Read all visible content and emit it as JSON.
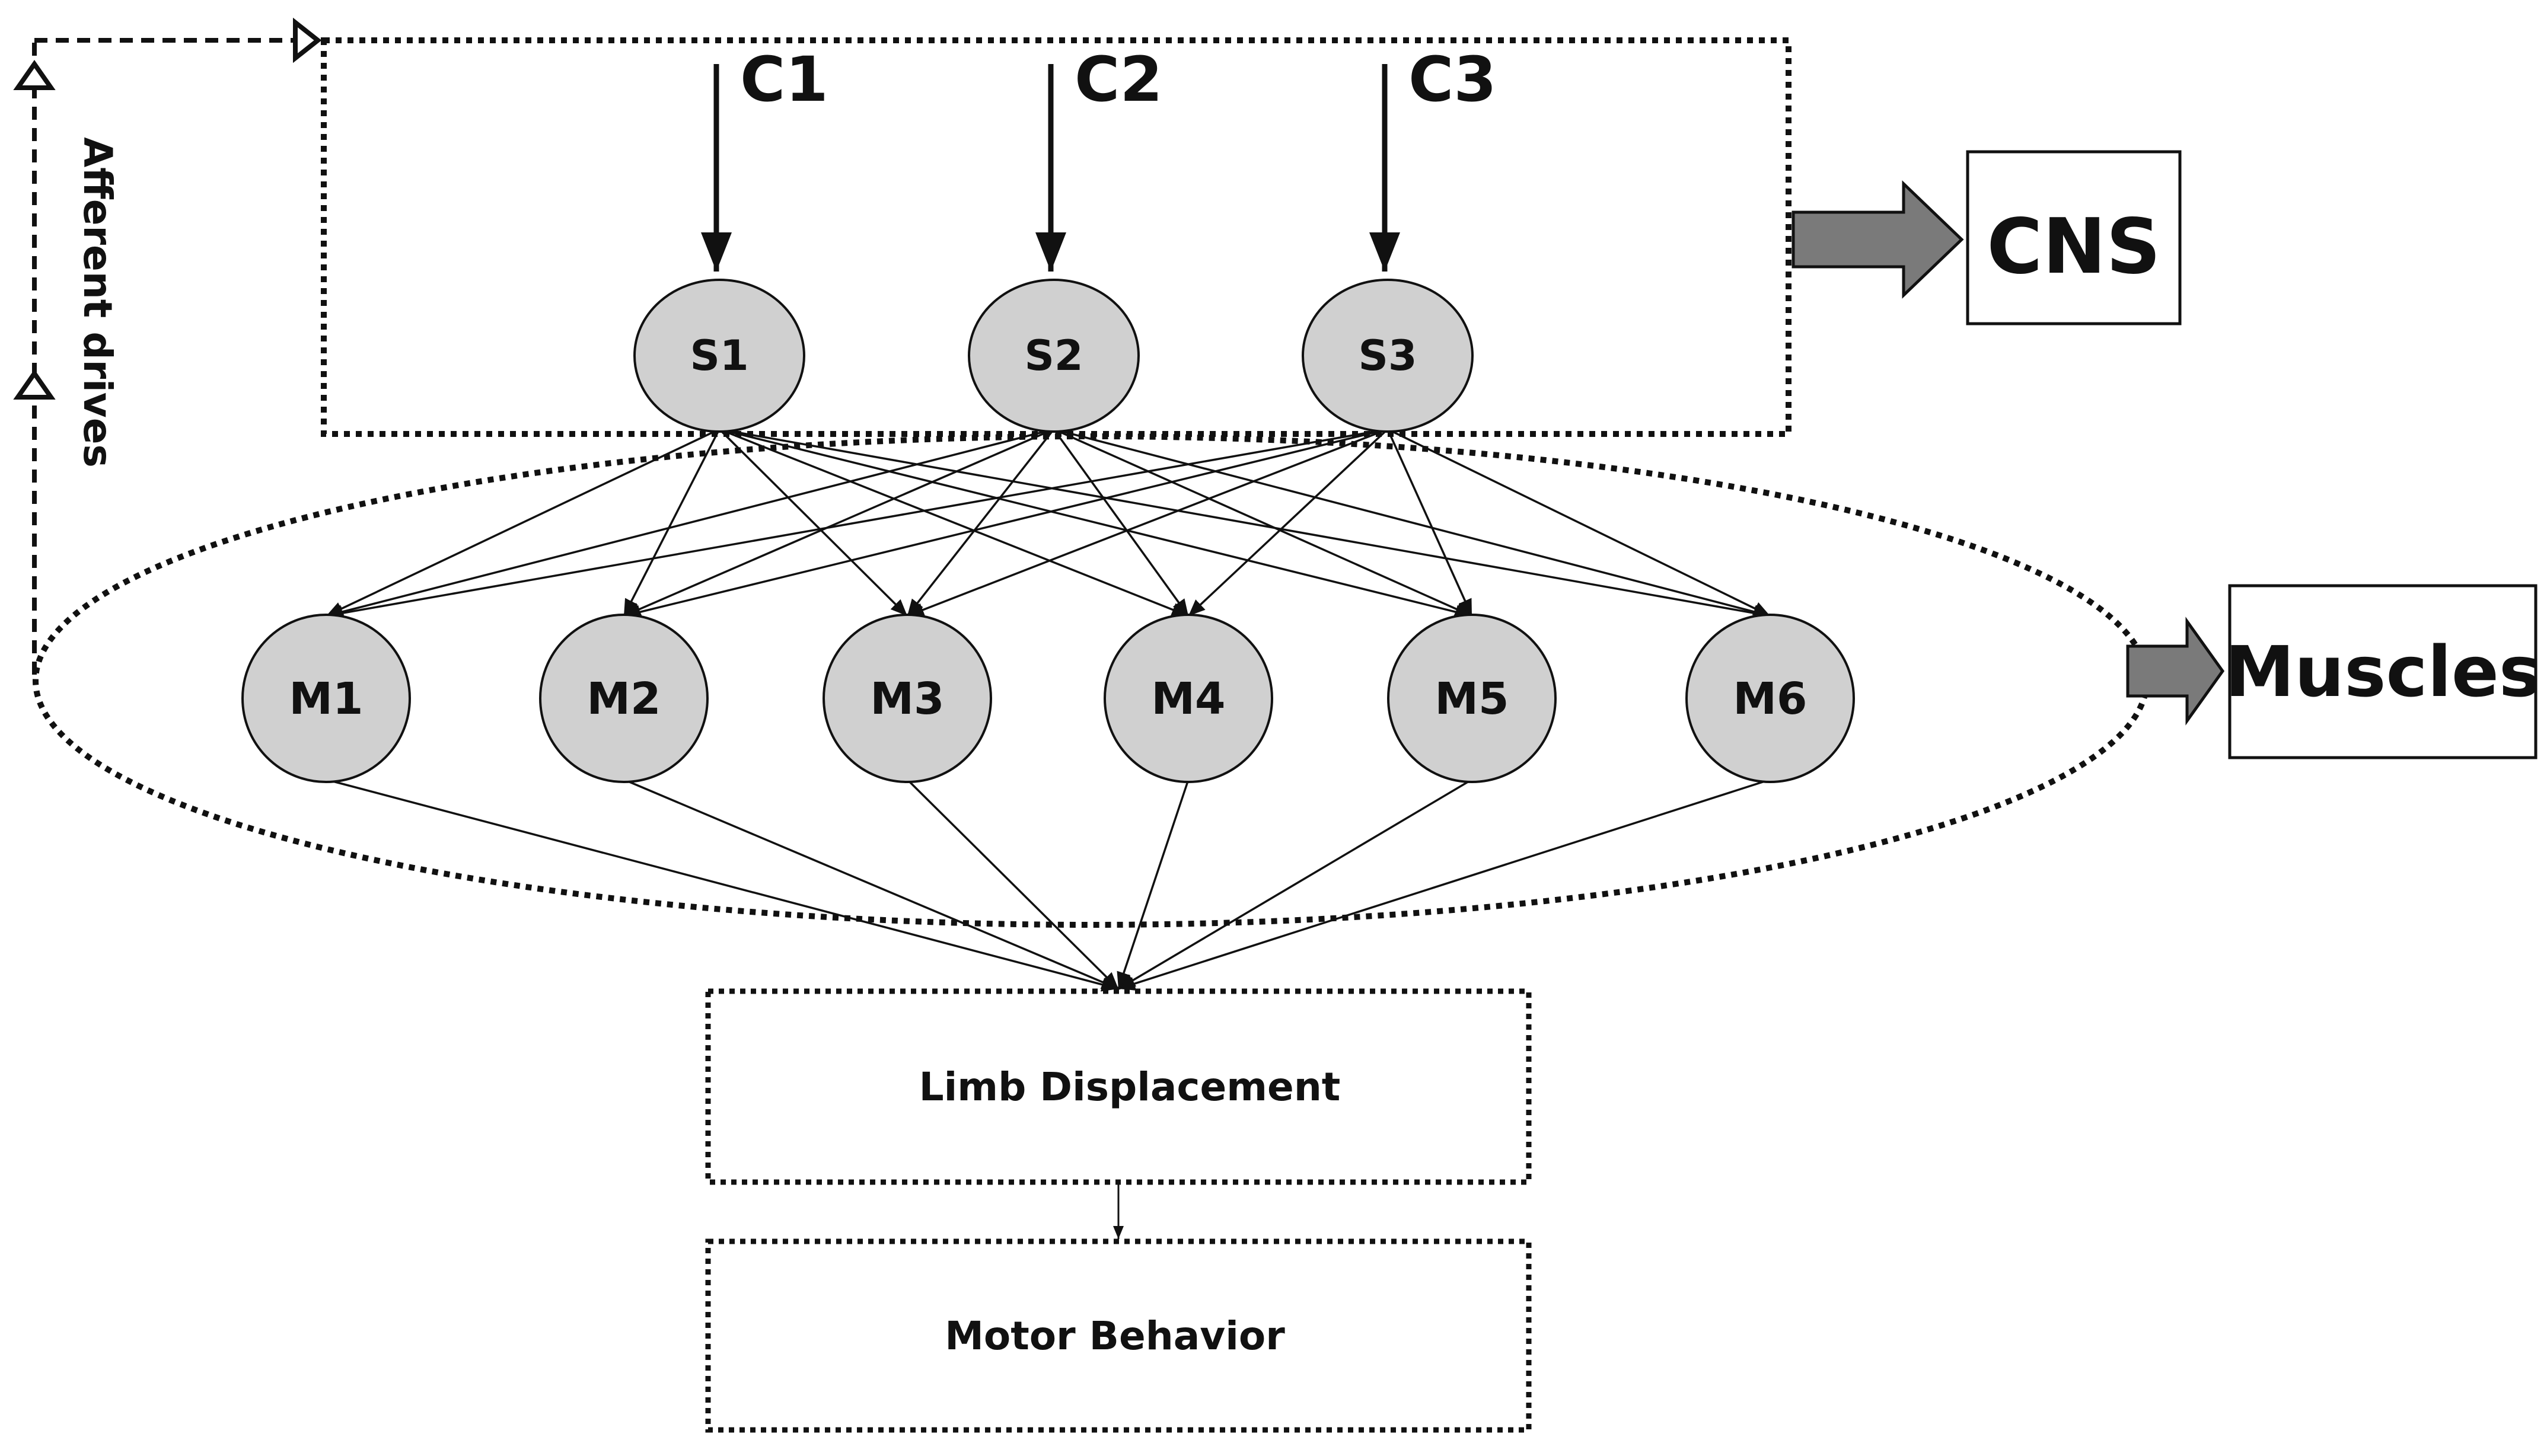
{
  "inputs": [
    {
      "id": "C1",
      "label": "C1"
    },
    {
      "id": "C2",
      "label": "C2"
    },
    {
      "id": "C3",
      "label": "C3"
    }
  ],
  "synergies": [
    {
      "id": "S1",
      "label": "S1"
    },
    {
      "id": "S2",
      "label": "S2"
    },
    {
      "id": "S3",
      "label": "S3"
    }
  ],
  "muscles": [
    {
      "id": "M1",
      "label": "M1"
    },
    {
      "id": "M2",
      "label": "M2"
    },
    {
      "id": "M3",
      "label": "M3"
    },
    {
      "id": "M4",
      "label": "M4"
    },
    {
      "id": "M5",
      "label": "M5"
    },
    {
      "id": "M6",
      "label": "M6"
    }
  ],
  "groups": {
    "cns_label": "CNS",
    "muscles_label": "Muscles"
  },
  "feedback": {
    "label": "Afferent drives"
  },
  "outputs": {
    "limb_label": "Limb Displacement",
    "behavior_label": "Motor Behavior"
  },
  "colors": {
    "node_fill": "#d0d0d0",
    "stroke": "#111111",
    "block_arrow": "#7a7a7a"
  }
}
